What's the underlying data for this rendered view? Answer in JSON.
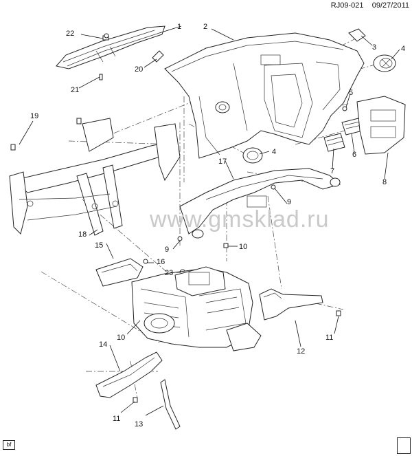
{
  "header": {
    "code": "RJ09-021",
    "date": "09/27/2011"
  },
  "watermark": "www.gmsklad.ru",
  "corner_mark": "bf",
  "callouts": [
    {
      "id": "c1",
      "label": "1"
    },
    {
      "id": "c2",
      "label": "2"
    },
    {
      "id": "c3",
      "label": "3"
    },
    {
      "id": "c4a",
      "label": "4"
    },
    {
      "id": "c4b",
      "label": "4"
    },
    {
      "id": "c5",
      "label": "5"
    },
    {
      "id": "c6",
      "label": "6"
    },
    {
      "id": "c7",
      "label": "7"
    },
    {
      "id": "c8",
      "label": "8"
    },
    {
      "id": "c9a",
      "label": "9"
    },
    {
      "id": "c9b",
      "label": "9"
    },
    {
      "id": "c10a",
      "label": "10"
    },
    {
      "id": "c10b",
      "label": "10"
    },
    {
      "id": "c11a",
      "label": "11"
    },
    {
      "id": "c11b",
      "label": "11"
    },
    {
      "id": "c12",
      "label": "12"
    },
    {
      "id": "c13",
      "label": "13"
    },
    {
      "id": "c14",
      "label": "14"
    },
    {
      "id": "c15",
      "label": "15"
    },
    {
      "id": "c16",
      "label": "16"
    },
    {
      "id": "c17",
      "label": "17"
    },
    {
      "id": "c18",
      "label": "18"
    },
    {
      "id": "c19",
      "label": "19"
    },
    {
      "id": "c20",
      "label": "20"
    },
    {
      "id": "c21",
      "label": "21"
    },
    {
      "id": "c22",
      "label": "22"
    },
    {
      "id": "c23",
      "label": "23"
    }
  ]
}
